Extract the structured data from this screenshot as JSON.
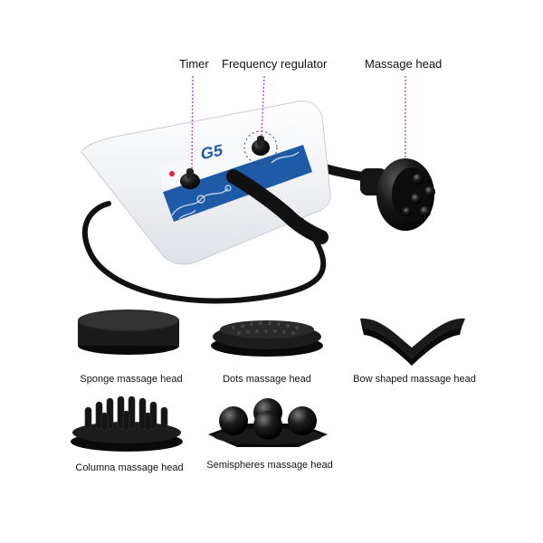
{
  "labels": {
    "timer": "Timer",
    "frequency_regulator": "Frequency regulator",
    "massage_head": "Massage head"
  },
  "device": {
    "brand": "G5"
  },
  "heads": [
    {
      "caption": "Sponge massage head"
    },
    {
      "caption": "Dots massage head"
    },
    {
      "caption": "Bow shaped massage head"
    },
    {
      "caption": "Columna massage head"
    },
    {
      "caption": "Semispheres massage head"
    }
  ],
  "colors": {
    "pointer": "#d44bd4",
    "panel_blue": "#1f5aa6",
    "device_white": "#eef0f3",
    "rubber_black": "#111111"
  }
}
